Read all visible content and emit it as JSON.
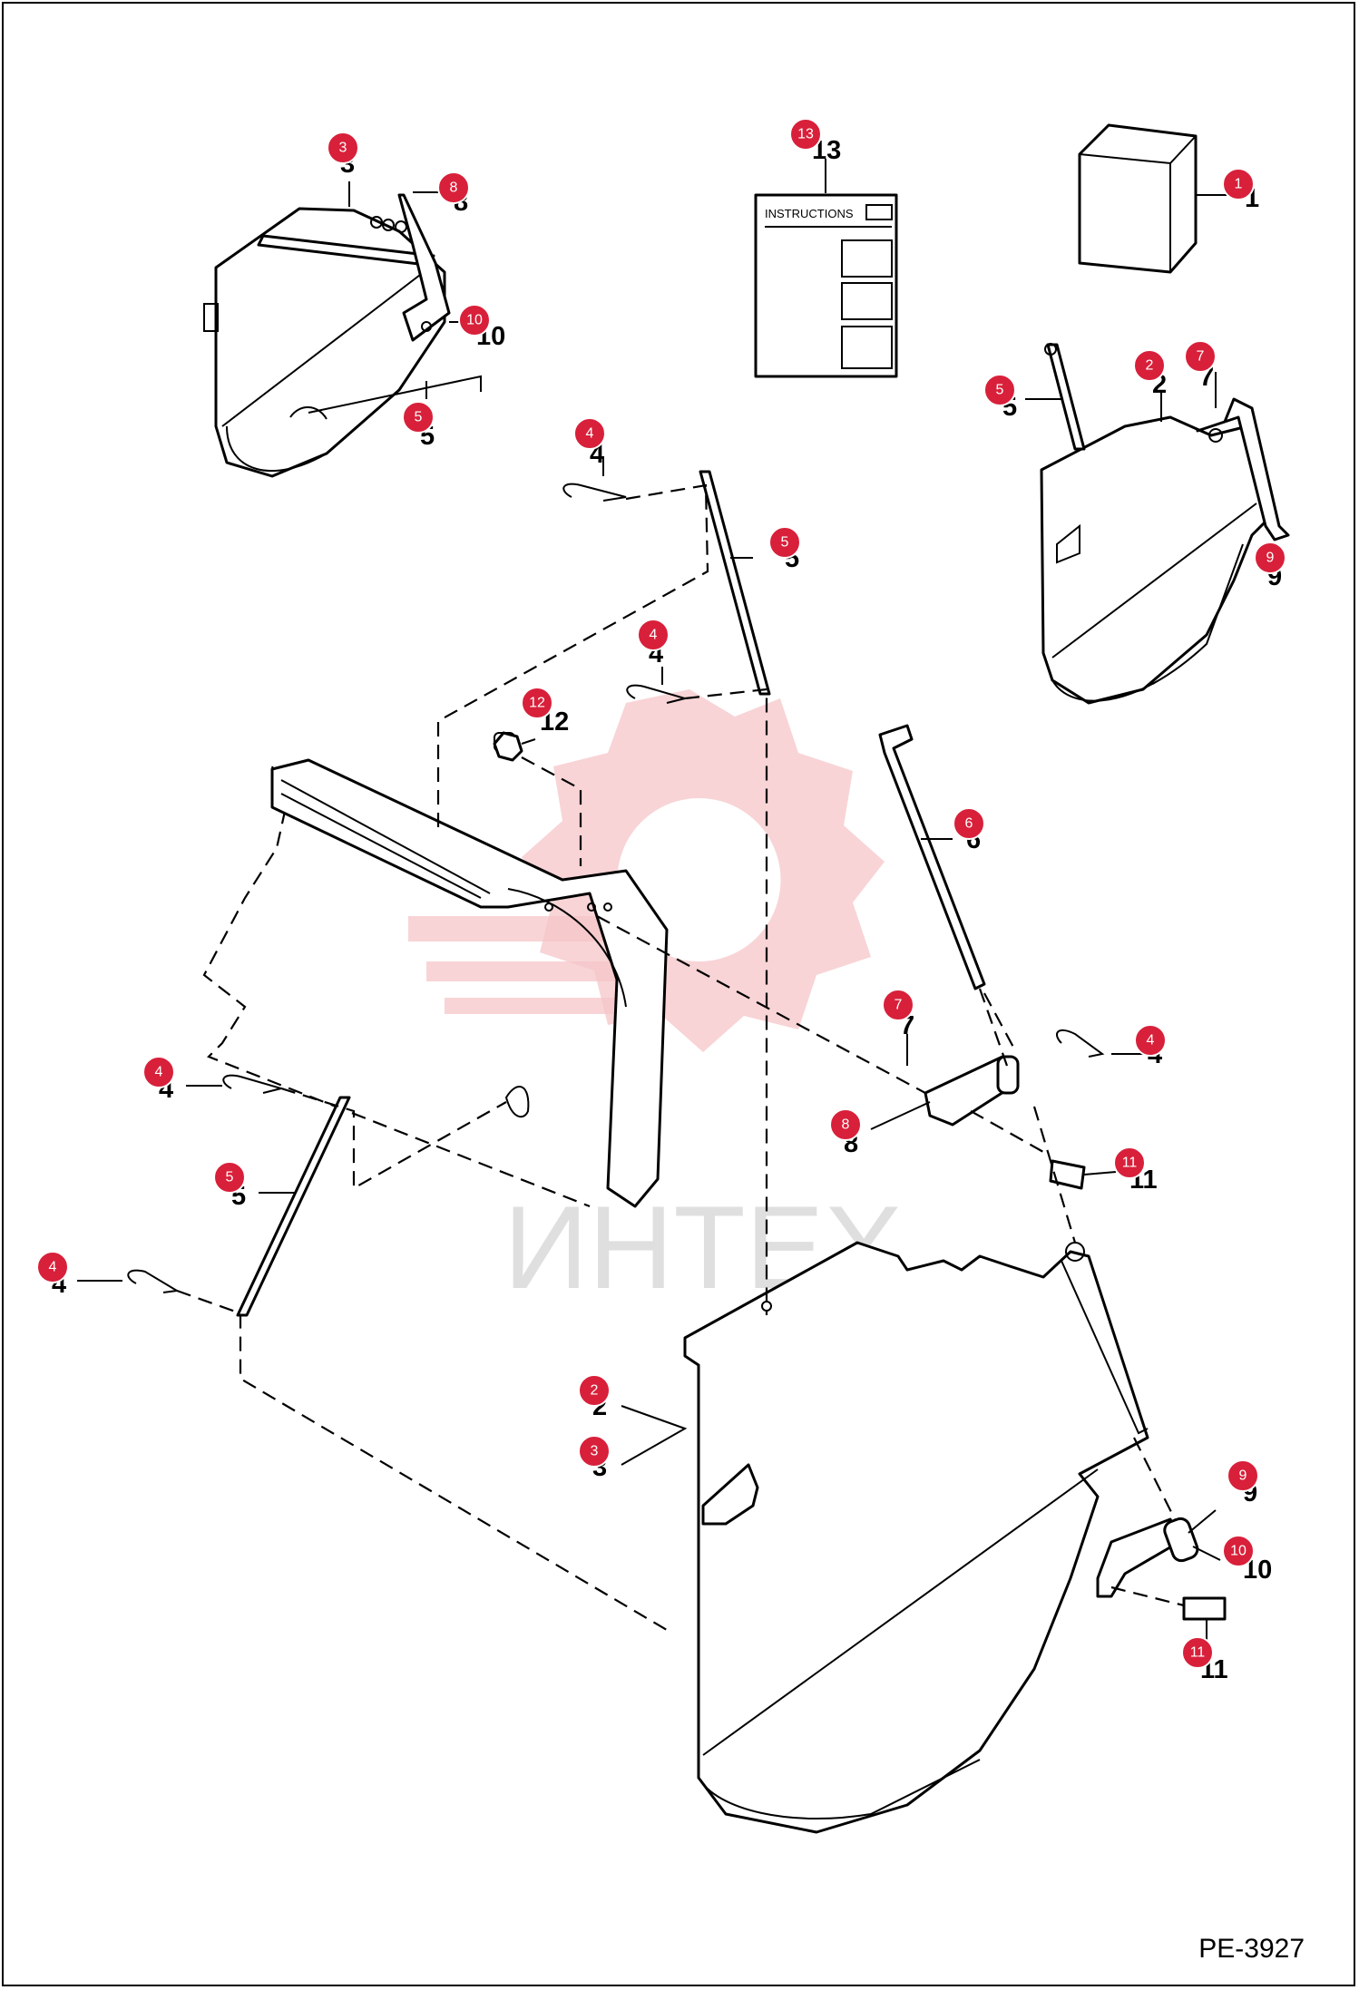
{
  "diagram": {
    "drawing_code": "PE-3927",
    "watermark": "ИНТЕХ",
    "instructions_label": "INSTRUCTIONS",
    "callouts": [
      {
        "n": "1"
      },
      {
        "n": "2"
      },
      {
        "n": "3"
      },
      {
        "n": "4"
      },
      {
        "n": "5"
      },
      {
        "n": "6"
      },
      {
        "n": "7"
      },
      {
        "n": "8"
      },
      {
        "n": "9"
      },
      {
        "n": "10"
      },
      {
        "n": "11"
      },
      {
        "n": "12"
      },
      {
        "n": "13"
      }
    ],
    "colors": {
      "badge": "#d8203a",
      "watermark": "#f6c5c8"
    }
  }
}
